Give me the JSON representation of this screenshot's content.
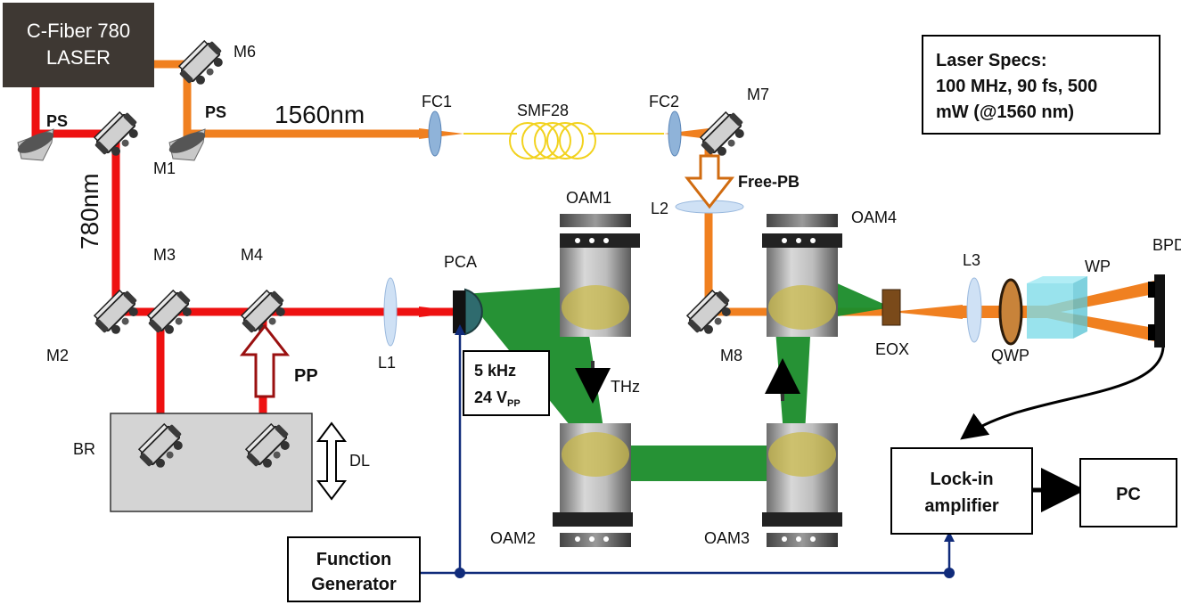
{
  "laser": {
    "line1": "C-Fiber 780",
    "line2": "LASER"
  },
  "specs": {
    "line1": "Laser Specs:",
    "line2": "100 MHz, 90 fs, 500",
    "line3": "mW (@1560 nm)"
  },
  "wavelengths": {
    "w1560": "1560nm",
    "w780": "780nm"
  },
  "fiber": "SMF28",
  "mirrors": {
    "m1": "M1",
    "m2": "M2",
    "m3": "M3",
    "m4": "M4",
    "m6": "M6",
    "m7": "M7",
    "m8": "M8"
  },
  "splitters": {
    "ps1": "PS",
    "ps2": "PS"
  },
  "couplers": {
    "fc1": "FC1",
    "fc2": "FC2"
  },
  "lenses": {
    "l1": "L1",
    "l2": "L2",
    "l3": "L3"
  },
  "parabolic": {
    "oam1": "OAM1",
    "oam2": "OAM2",
    "oam3": "OAM3",
    "oam4": "OAM4"
  },
  "beams": {
    "pp": "PP",
    "free_pb": "Free-PB",
    "thz": "THz"
  },
  "stage": {
    "br": "BR",
    "dl": "DL"
  },
  "components": {
    "pca": "PCA",
    "eox": "EOX",
    "qwp": "QWP",
    "wp": "WP",
    "bpd": "BPD"
  },
  "bias": {
    "freq": "5 kHz",
    "volt": "24 V",
    "volt_sub": "PP"
  },
  "function_generator": {
    "line1": "Function",
    "line2": "Generator"
  },
  "lockin": {
    "line1": "Lock-in",
    "line2": "amplifier"
  },
  "pc": "PC",
  "colors": {
    "red_beam": "#ee1111",
    "orange_beam": "#f08020",
    "thz_beam": "#1a8c2a",
    "fiber": "#f2d21e",
    "signal_line": "#102b7a"
  }
}
